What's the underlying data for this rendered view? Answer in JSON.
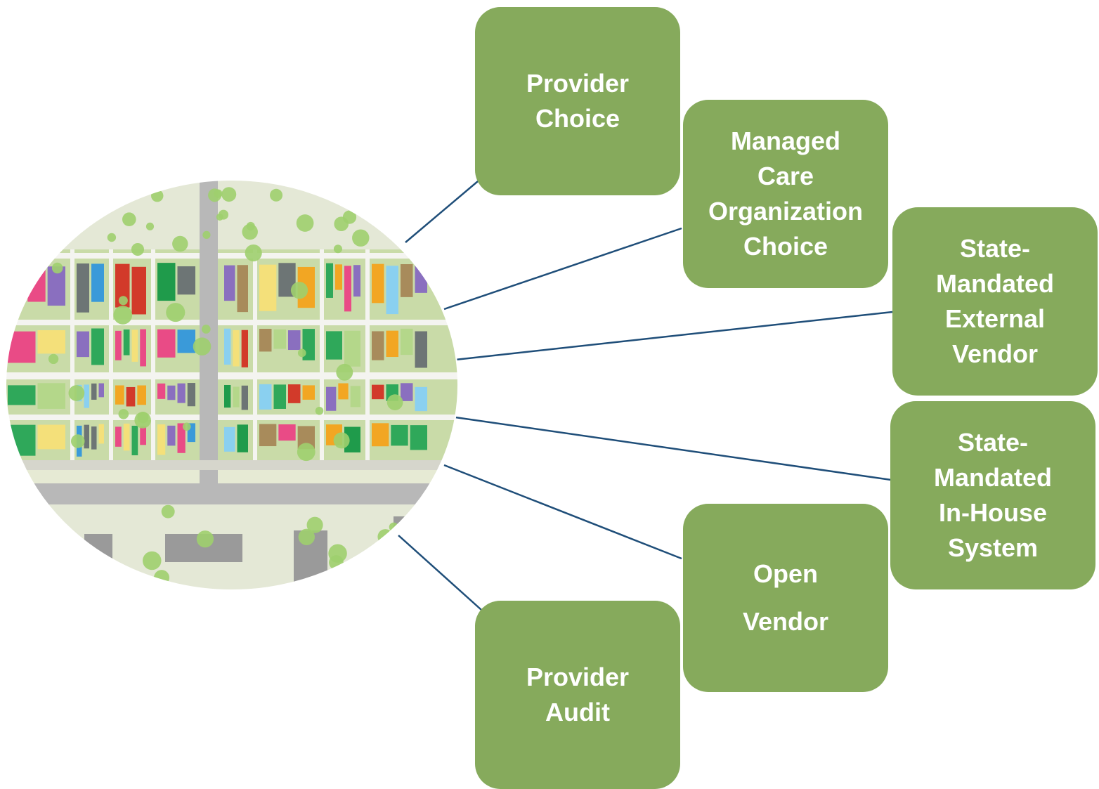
{
  "colors": {
    "box_fill": "#86aa5c",
    "box_text": "#ffffff",
    "connector": "#1f4e79",
    "map_ground": "#e6ead4",
    "map_road": "#b8b8b8",
    "map_tree": "#9ecf6e"
  },
  "center_image": {
    "kind": "aerial site plan map (decorative)",
    "icon": "map-illustration"
  },
  "options": [
    {
      "id": "provider-choice",
      "label": "Provider\nChoice"
    },
    {
      "id": "mco-choice",
      "label": "Managed\nCare\nOrganization\nChoice"
    },
    {
      "id": "state-external-vendor",
      "label": "State-\nMandated\nExternal\nVendor"
    },
    {
      "id": "state-inhouse-system",
      "label": "State-\nMandated\nIn-House\nSystem"
    },
    {
      "id": "open-vendor",
      "label": "Open\nVendor"
    },
    {
      "id": "provider-audit",
      "label": "Provider\nAudit"
    }
  ]
}
